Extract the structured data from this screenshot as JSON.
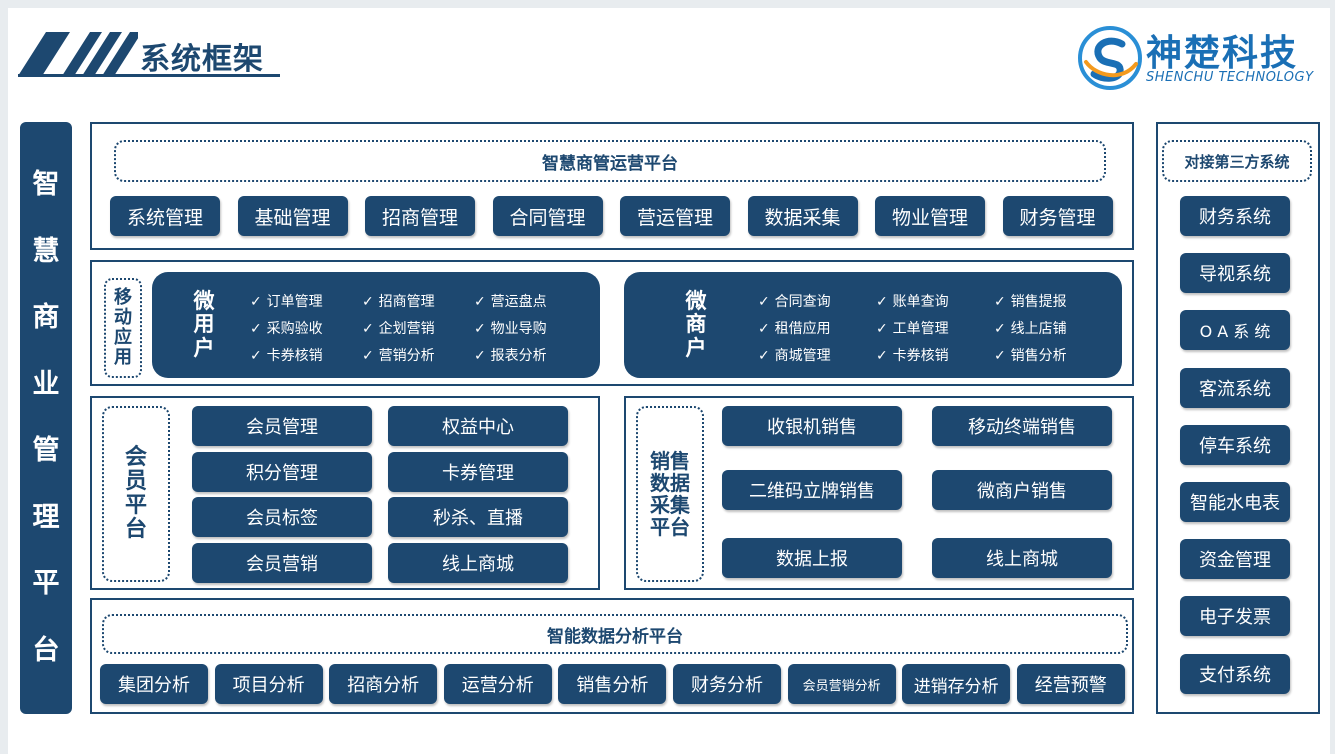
{
  "header": {
    "title": "系统框架",
    "logo_cn": "神楚科技",
    "logo_en": "SHENCHU TECHNOLOGY"
  },
  "left_platform": {
    "label": "智慧商业管理平台",
    "chars": [
      "智",
      "慧",
      "商",
      "业",
      "管",
      "理",
      "平",
      "台"
    ]
  },
  "ops_platform": {
    "title": "智慧商管运营平台",
    "modules": [
      "系统管理",
      "基础管理",
      "招商管理",
      "合同管理",
      "营运管理",
      "数据采集",
      "物业管理",
      "财务管理"
    ]
  },
  "mobile": {
    "label_chars": [
      "移",
      "动",
      "应",
      "用"
    ],
    "micro_user": {
      "title_chars": [
        "微",
        "用",
        "户"
      ],
      "items": [
        "订单管理",
        "招商管理",
        "营运盘点",
        "采购验收",
        "企划营销",
        "物业导购",
        "卡券核销",
        "营销分析",
        "报表分析"
      ]
    },
    "micro_merchant": {
      "title_chars": [
        "微",
        "商",
        "户"
      ],
      "items": [
        "合同查询",
        "账单查询",
        "销售提报",
        "租借应用",
        "工单管理",
        "线上店铺",
        "商城管理",
        "卡券核销",
        "销售分析"
      ]
    }
  },
  "member_platform": {
    "label_chars": [
      "会",
      "员",
      "平",
      "台"
    ],
    "items": [
      "会员管理",
      "权益中心",
      "积分管理",
      "卡券管理",
      "会员标签",
      "秒杀、直播",
      "会员营销",
      "线上商城"
    ]
  },
  "sales_platform": {
    "label_lines": [
      "销售",
      "数据",
      "采集",
      "平台"
    ],
    "items": [
      "收银机销售",
      "移动终端销售",
      "二维码立牌销售",
      "微商户销售",
      "数据上报",
      "线上商城"
    ]
  },
  "analysis_platform": {
    "title": "智能数据分析平台",
    "items": [
      "集团分析",
      "项目分析",
      "招商分析",
      "运营分析",
      "销售分析",
      "财务分析",
      "会员营销分析",
      "进销存分析",
      "经营预警"
    ]
  },
  "third_party": {
    "title": "对接第三方系统",
    "items": [
      "财务系统",
      "导视系统",
      "O A 系 统",
      "客流系统",
      "停车系统",
      "智能水电表",
      "资金管理",
      "电子发票",
      "支付系统"
    ]
  }
}
